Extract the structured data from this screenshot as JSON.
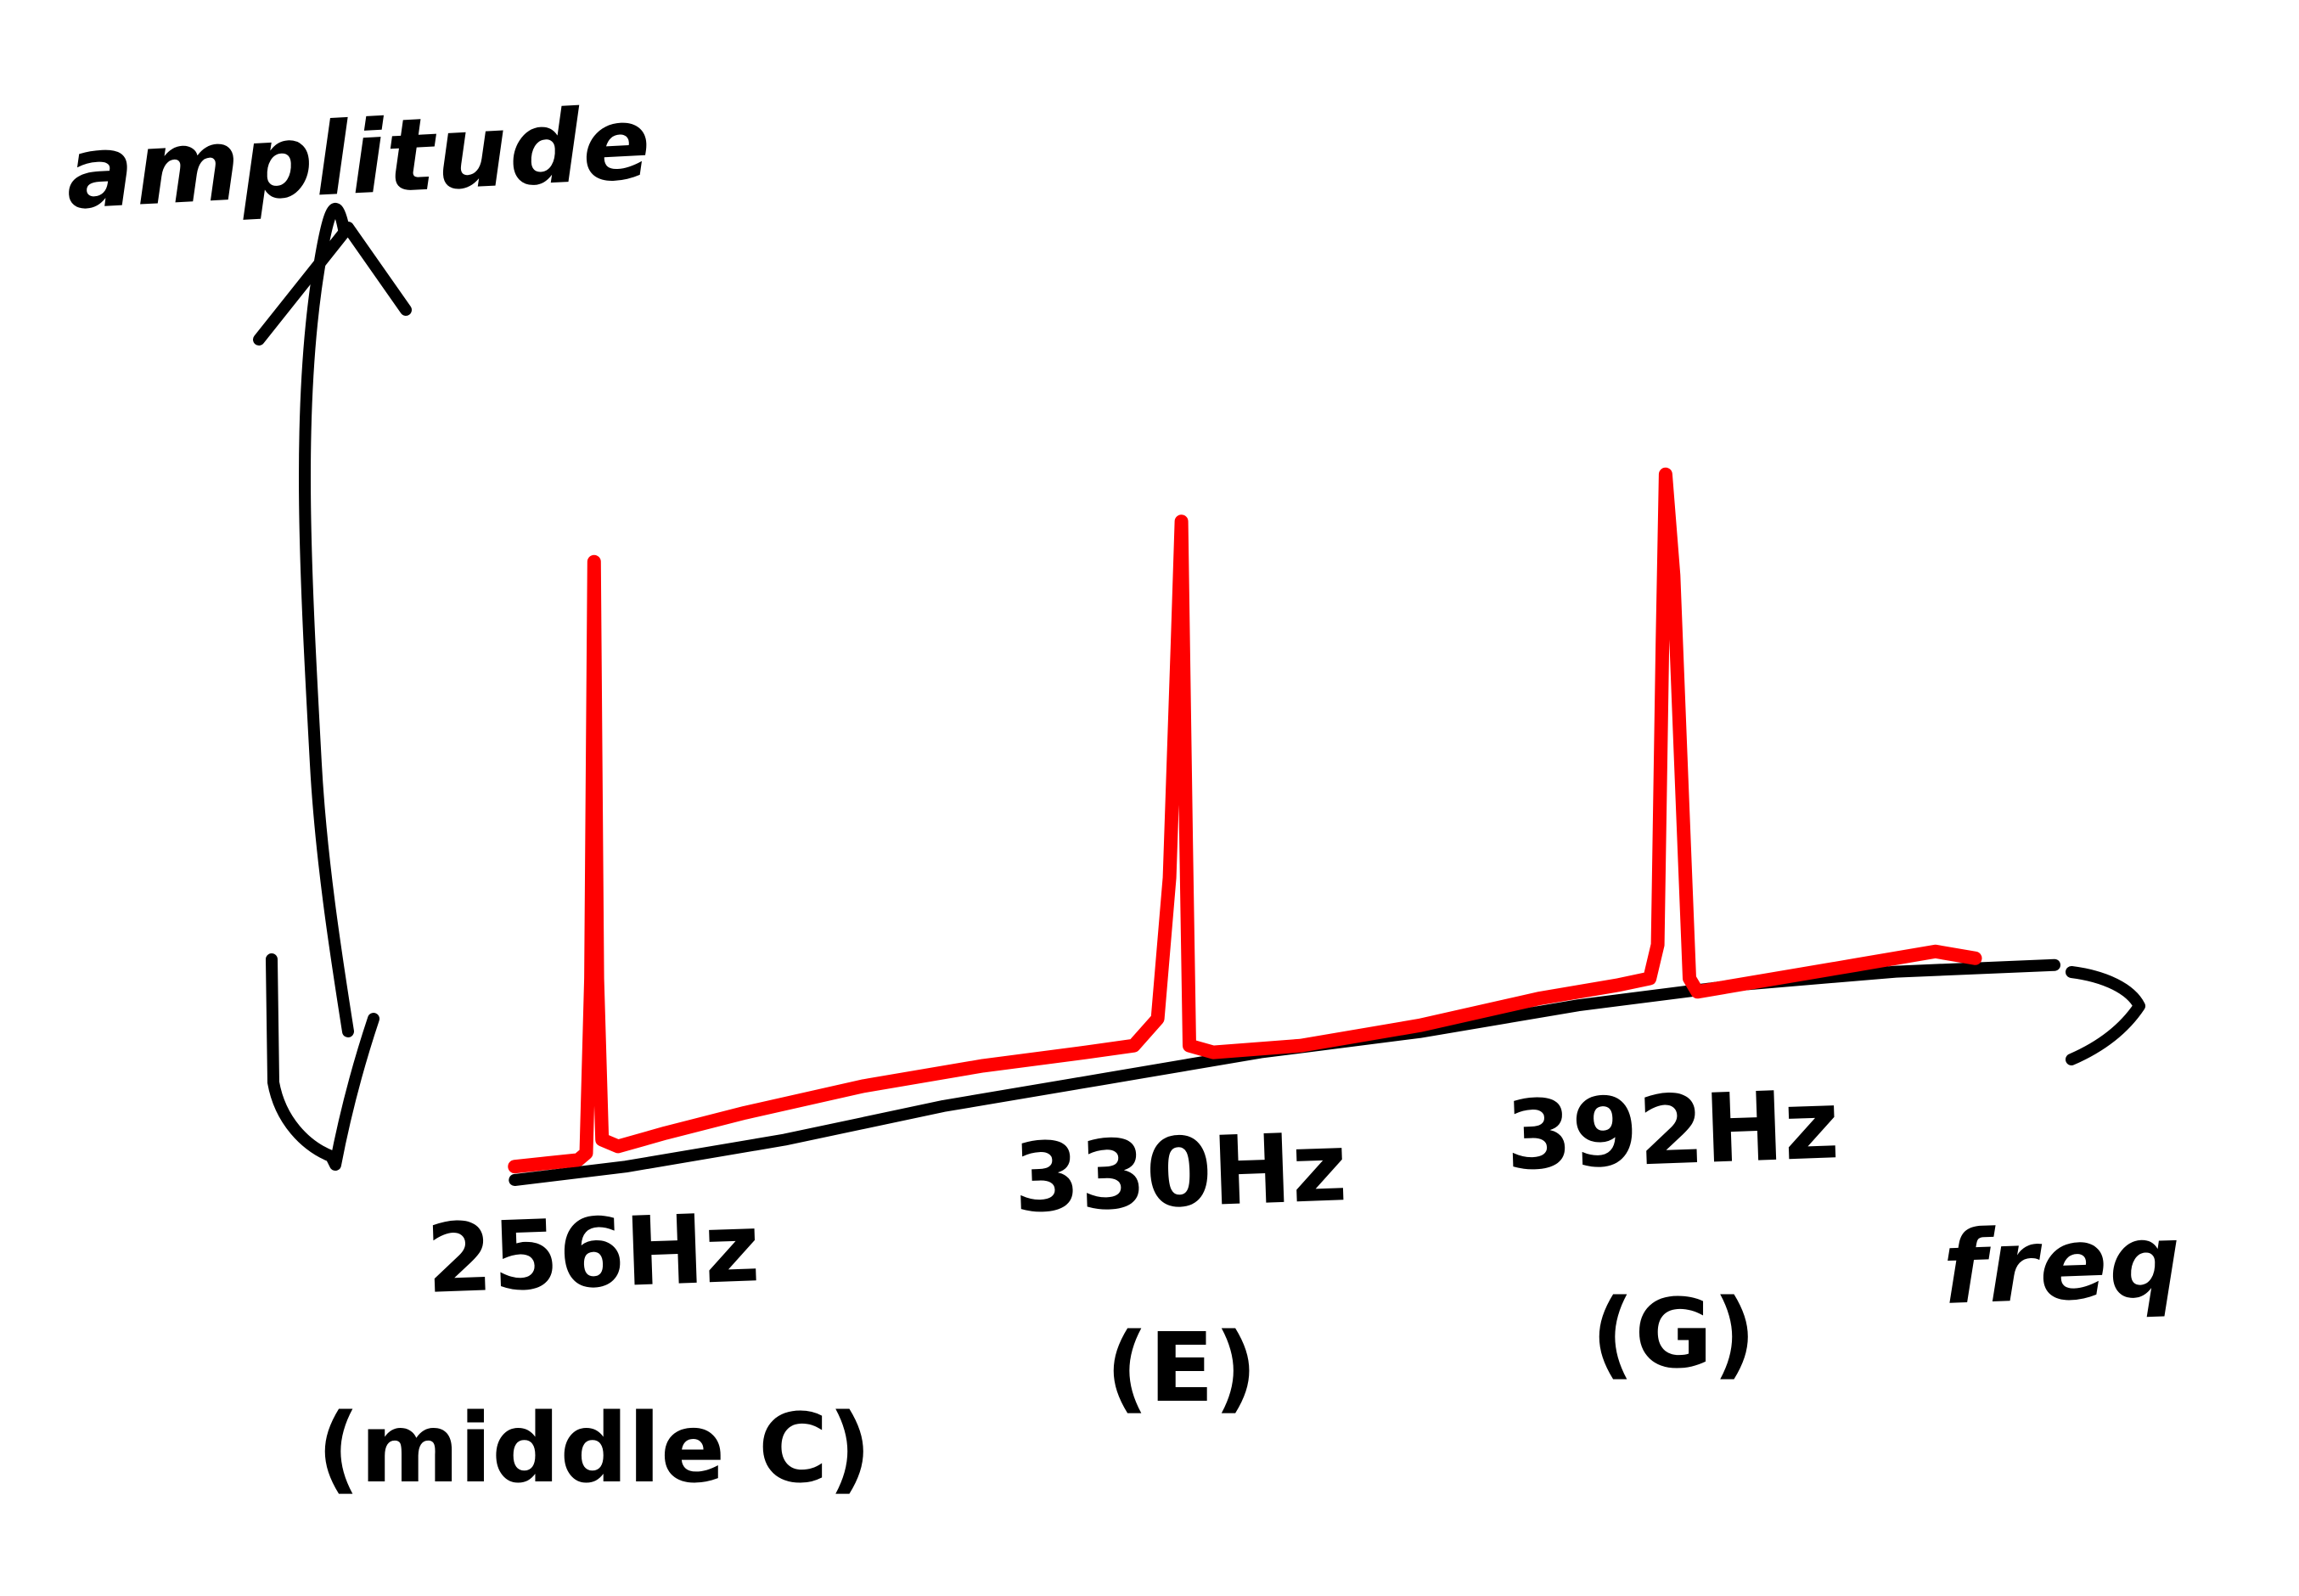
{
  "chart_data": {
    "type": "line",
    "ylabel": "amplitude",
    "xlabel": "freq",
    "xlim": [
      225,
      440
    ],
    "ylim": [
      0,
      1.2
    ],
    "ticks": [
      {
        "value": 256,
        "freq_label": "256Hz",
        "note_label": "(middle C)"
      },
      {
        "value": 330,
        "freq_label": "330Hz",
        "note_label": "(E)"
      },
      {
        "value": 392,
        "freq_label": "392Hz",
        "note_label": "(G)"
      }
    ],
    "grid": false,
    "legend": "none",
    "series": [
      {
        "color": "#ff0000",
        "points": [
          [
            246,
            0.02
          ],
          [
            250,
            0.025
          ],
          [
            254,
            0.03
          ],
          [
            255,
            0.04
          ],
          [
            255.6,
            0.3
          ],
          [
            256,
            0.92
          ],
          [
            256.4,
            0.3
          ],
          [
            257,
            0.06
          ],
          [
            259,
            0.05
          ],
          [
            265,
            0.07
          ],
          [
            275,
            0.1
          ],
          [
            290,
            0.14
          ],
          [
            305,
            0.17
          ],
          [
            318,
            0.19
          ],
          [
            324,
            0.2
          ],
          [
            327,
            0.24
          ],
          [
            328.5,
            0.45
          ],
          [
            329.5,
            0.8
          ],
          [
            330,
            0.98
          ],
          [
            330.6,
            0.5
          ],
          [
            331,
            0.2
          ],
          [
            334,
            0.19
          ],
          [
            345,
            0.2
          ],
          [
            360,
            0.23
          ],
          [
            375,
            0.27
          ],
          [
            385,
            0.29
          ],
          [
            389,
            0.3
          ],
          [
            390,
            0.35
          ],
          [
            390.6,
            0.8
          ],
          [
            391,
            1.05
          ],
          [
            392,
            0.9
          ],
          [
            393,
            0.6
          ],
          [
            394,
            0.3
          ],
          [
            395,
            0.28
          ],
          [
            400,
            0.29
          ],
          [
            415,
            0.32
          ],
          [
            425,
            0.34
          ],
          [
            430,
            0.33
          ]
        ]
      },
      {
        "color": "#000000",
        "points": [
          [
            246,
            0.0
          ],
          [
            260,
            0.02
          ],
          [
            280,
            0.06
          ],
          [
            300,
            0.11
          ],
          [
            320,
            0.15
          ],
          [
            340,
            0.19
          ],
          [
            360,
            0.22
          ],
          [
            380,
            0.26
          ],
          [
            400,
            0.29
          ],
          [
            420,
            0.31
          ],
          [
            440,
            0.32
          ]
        ]
      }
    ]
  },
  "colors": {
    "ink": "#000000",
    "peak": "#ff0000"
  }
}
